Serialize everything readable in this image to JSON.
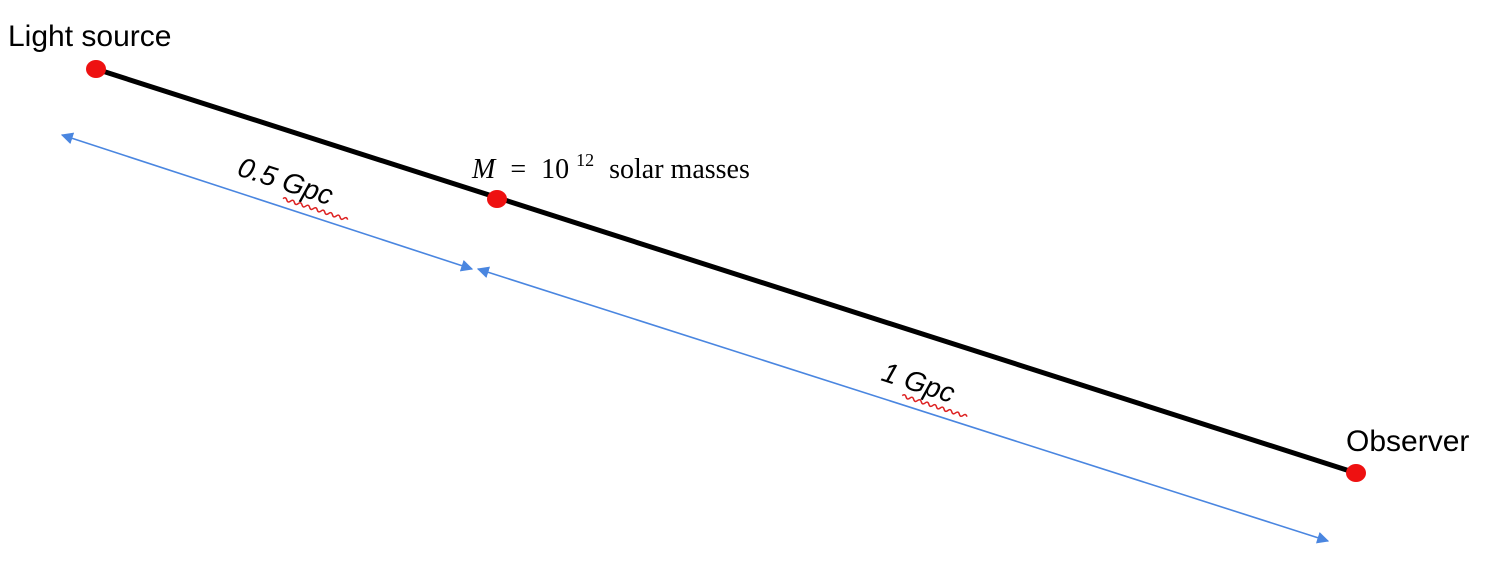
{
  "labels": {
    "source": "Light source",
    "observer": "Observer",
    "mass_symbol": "M",
    "mass_equals": "=",
    "mass_base": "10",
    "mass_exponent": "12",
    "mass_unit": "solar masses",
    "distance_source_lens": "0.5 Gpc",
    "distance_lens_observer": "1 Gpc"
  },
  "colors": {
    "line": "#000000",
    "points": "#ee1111",
    "arrows": "#4a86e0",
    "text": "#000000",
    "spellcheck": "#dd2222"
  }
}
